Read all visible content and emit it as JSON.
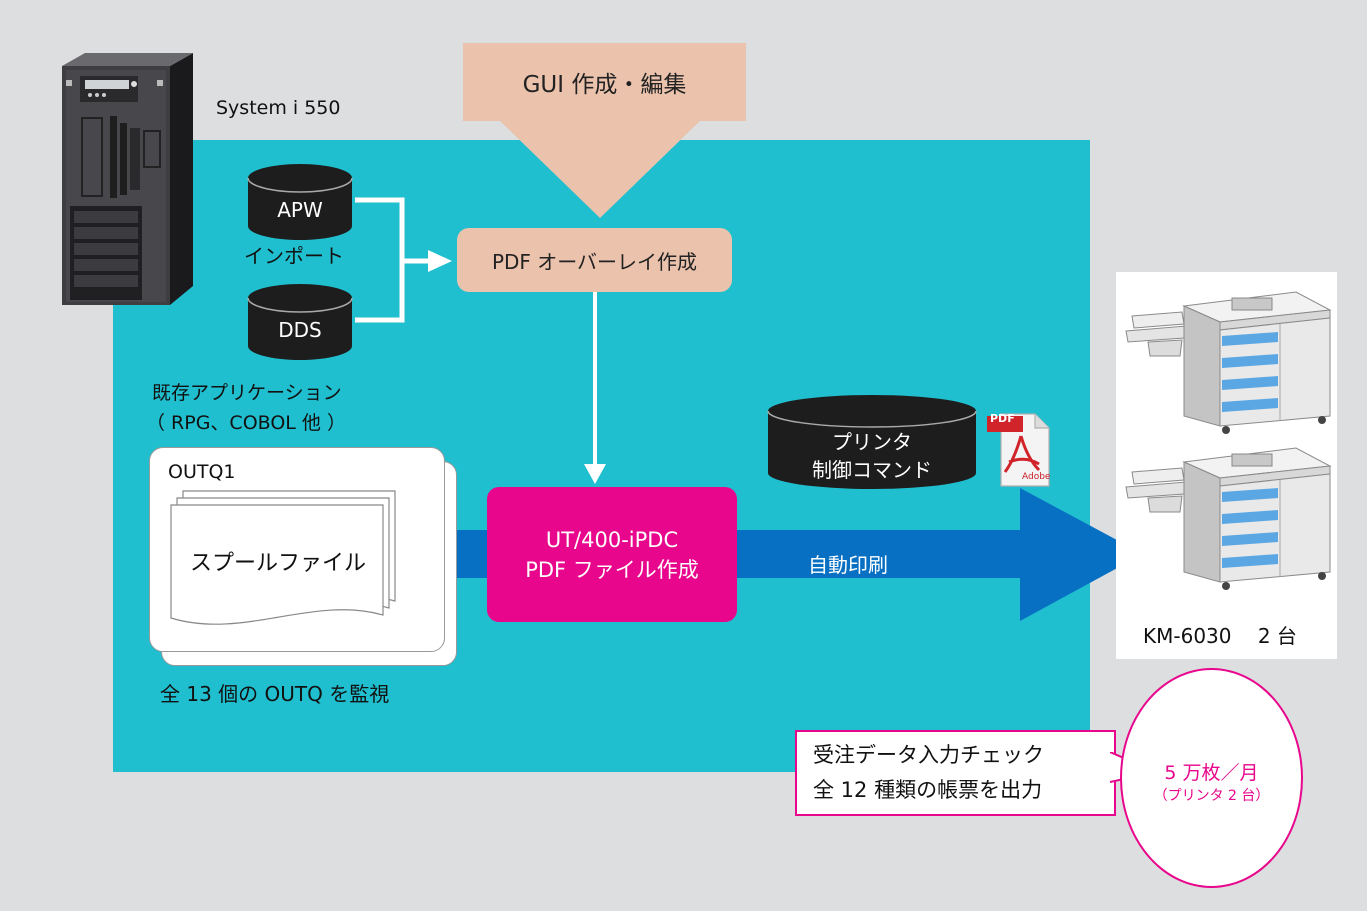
{
  "colors": {
    "page_bg": "#dddee0",
    "panel": "#20bfcf",
    "tan": "#ebc3ad",
    "magenta": "#e8068c",
    "arrow_blue": "#0770c3",
    "db_dark": "#1d1d1d",
    "white": "#ffffff"
  },
  "server": {
    "label": "System i 550"
  },
  "gui": {
    "label": "GUI 作成・編集"
  },
  "databases": {
    "apw": "APW",
    "dds": "DDS",
    "printer_cmd": [
      "プリンタ",
      "制御コマンド"
    ]
  },
  "import_label": "インポート",
  "overlay": {
    "label": "PDF オーバーレイ作成"
  },
  "app": {
    "line1": "既存アプリケーション",
    "line2": "（ RPG、COBOL 他 ）"
  },
  "outq": {
    "title": "OUTQ1",
    "spool": "スプールファイル",
    "caption": "全 13 個の OUTQ を監視"
  },
  "pdc": {
    "line1": "UT/400-iPDC",
    "line2": "PDF ファイル作成"
  },
  "auto_print": "自動印刷",
  "pdf_icon": {
    "badge": "PDF",
    "brand": "Adobe"
  },
  "printers": {
    "label": "KM-6030　 2 台"
  },
  "callout": {
    "line1": "受注データ入力チェック",
    "line2": "全 12 種類の帳票を出力"
  },
  "circle": {
    "line1": "5 万枚／月",
    "line2": "（プリンタ 2 台）"
  }
}
